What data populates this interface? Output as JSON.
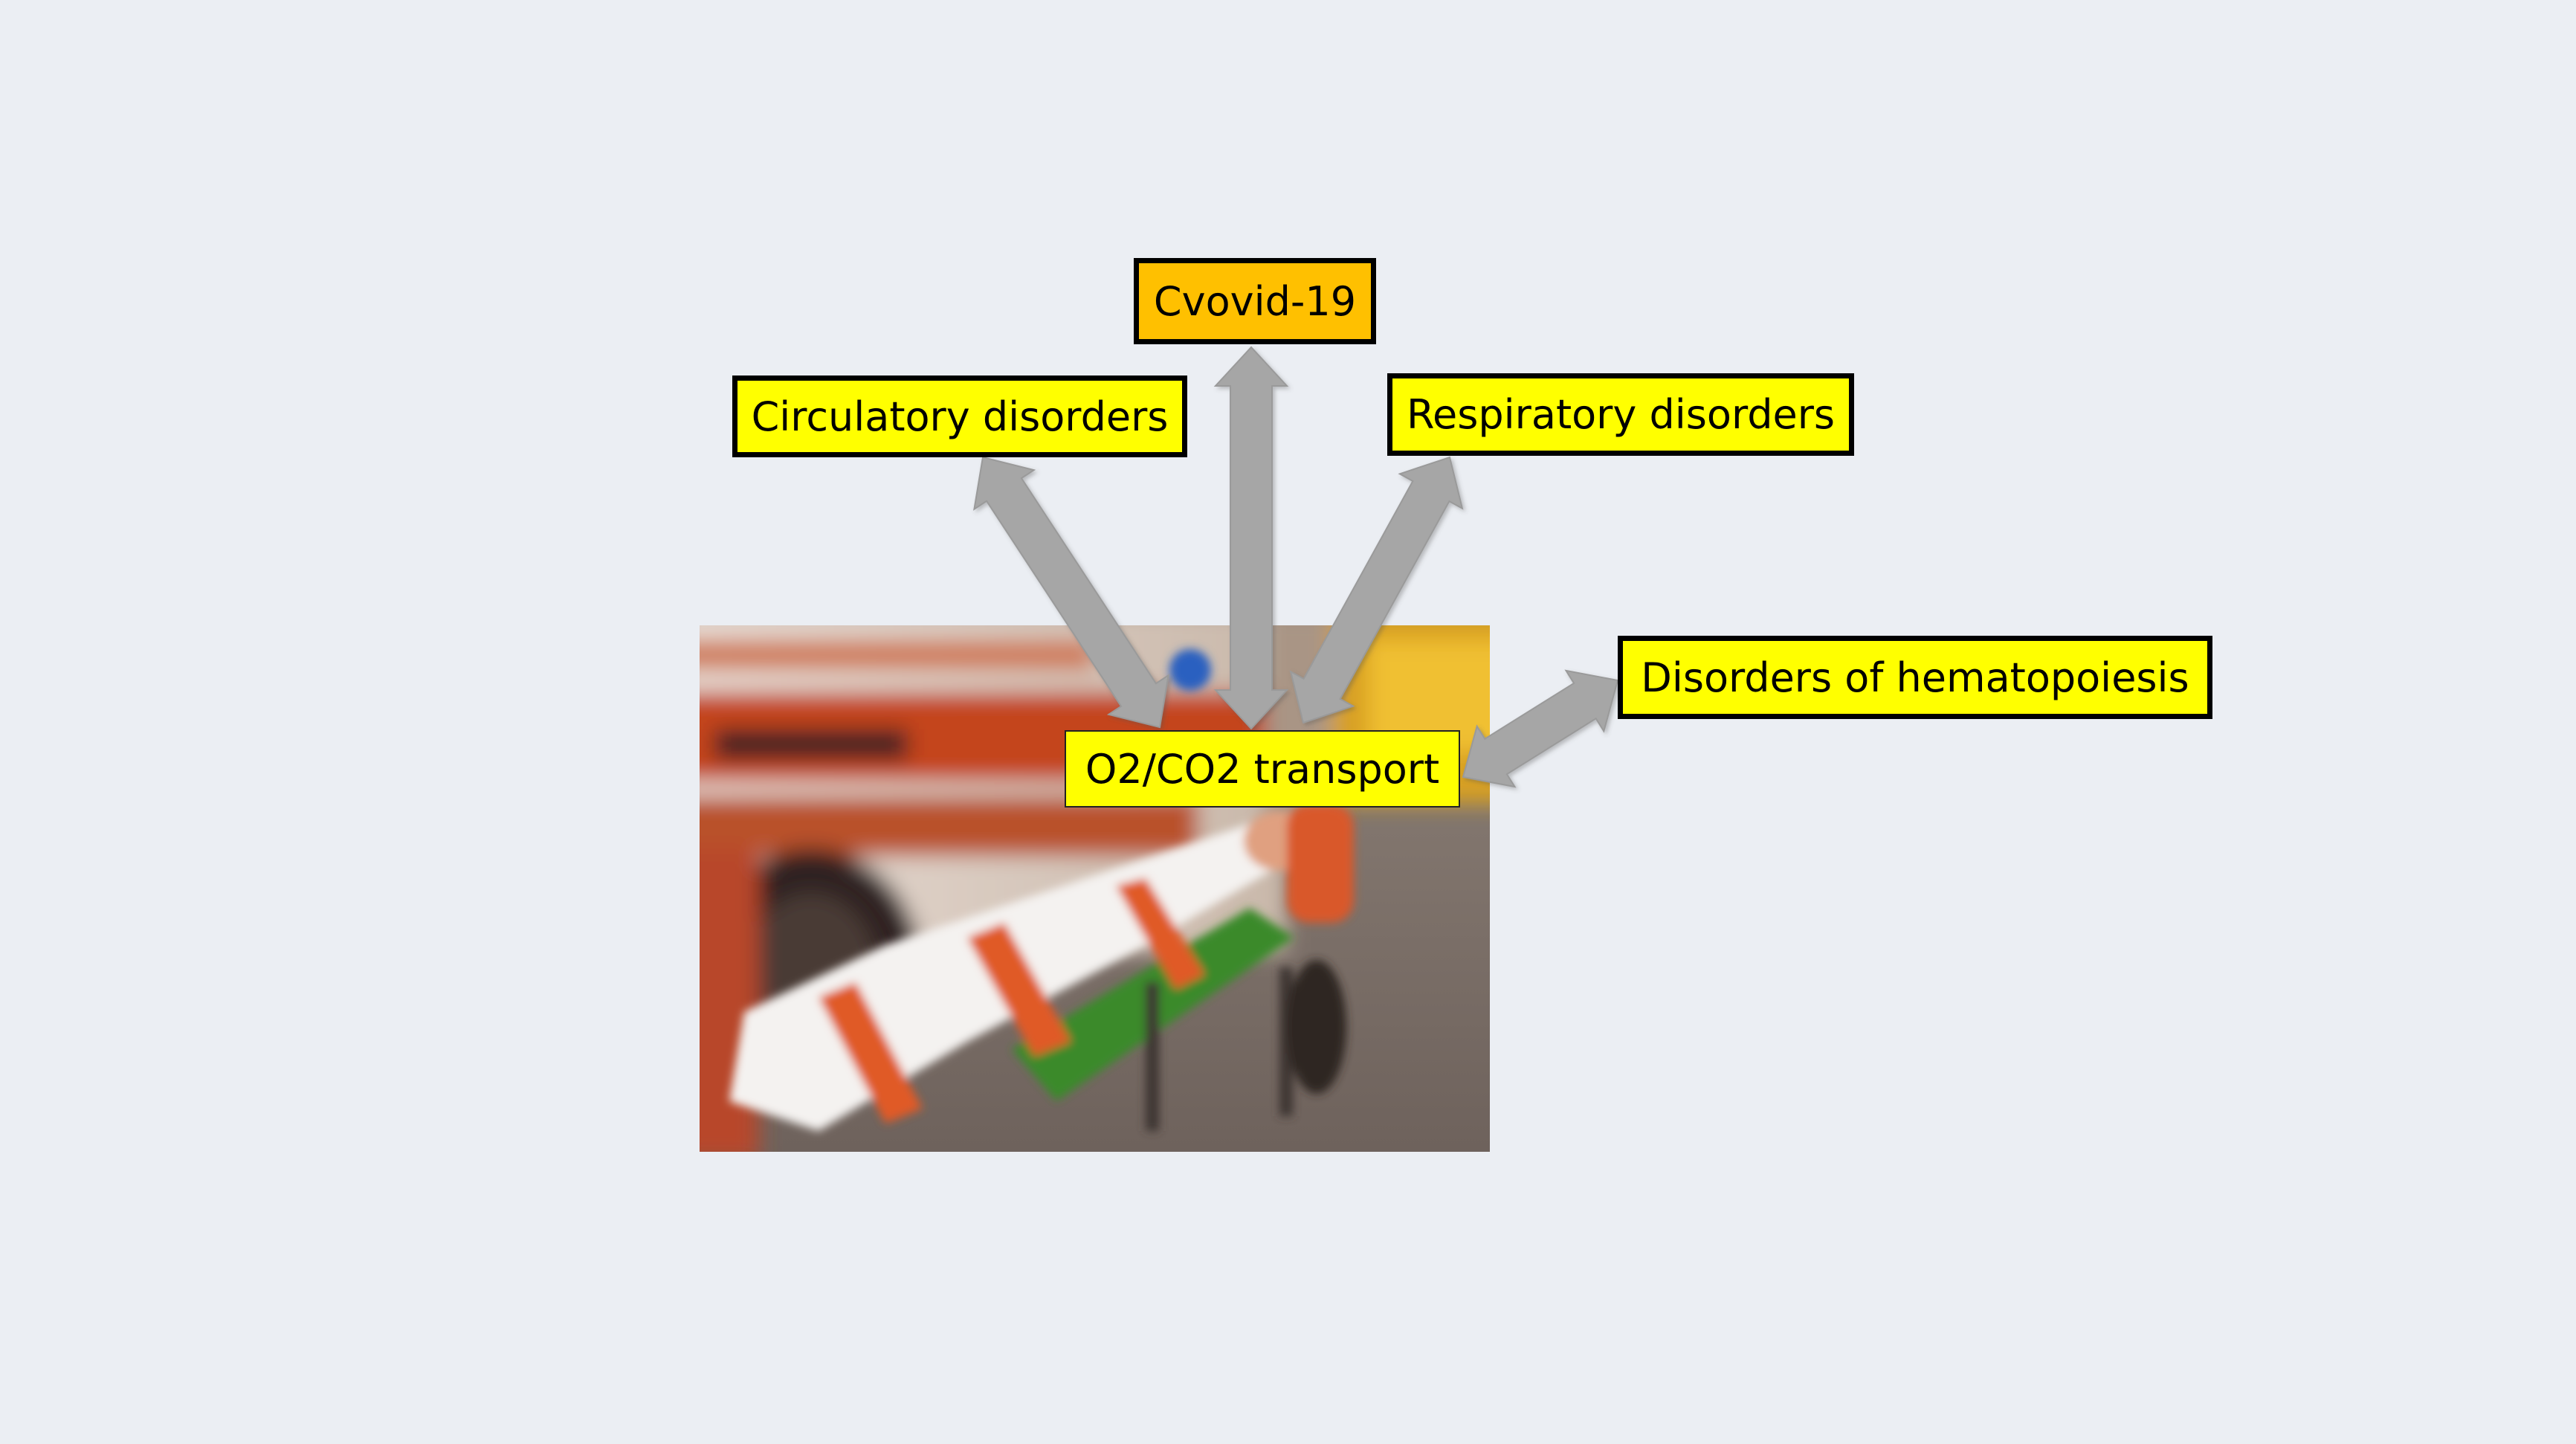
{
  "colors": {
    "background": "#ebeef3",
    "box_yellow": "#ffff00",
    "box_orange": "#ffc000",
    "arrow_fill": "#a6a6a6",
    "arrow_stroke": "#9a9a9a"
  },
  "nodes": {
    "covid": {
      "label": "Cvovid-19"
    },
    "circulatory": {
      "label": "Circulatory disorders"
    },
    "respiratory": {
      "label": "Respiratory disorders"
    },
    "hematopoiesis": {
      "label": "Disorders of hematopoiesis"
    },
    "transport": {
      "label": "O2/CO2 transport"
    }
  },
  "edges": [
    {
      "from": "transport",
      "to": "covid",
      "style": "double-arrow"
    },
    {
      "from": "transport",
      "to": "circulatory",
      "style": "double-arrow"
    },
    {
      "from": "transport",
      "to": "respiratory",
      "style": "double-arrow"
    },
    {
      "from": "transport",
      "to": "hematopoiesis",
      "style": "double-arrow"
    }
  ],
  "image": {
    "subject": "blurred-ambulance-stretcher-photo"
  }
}
